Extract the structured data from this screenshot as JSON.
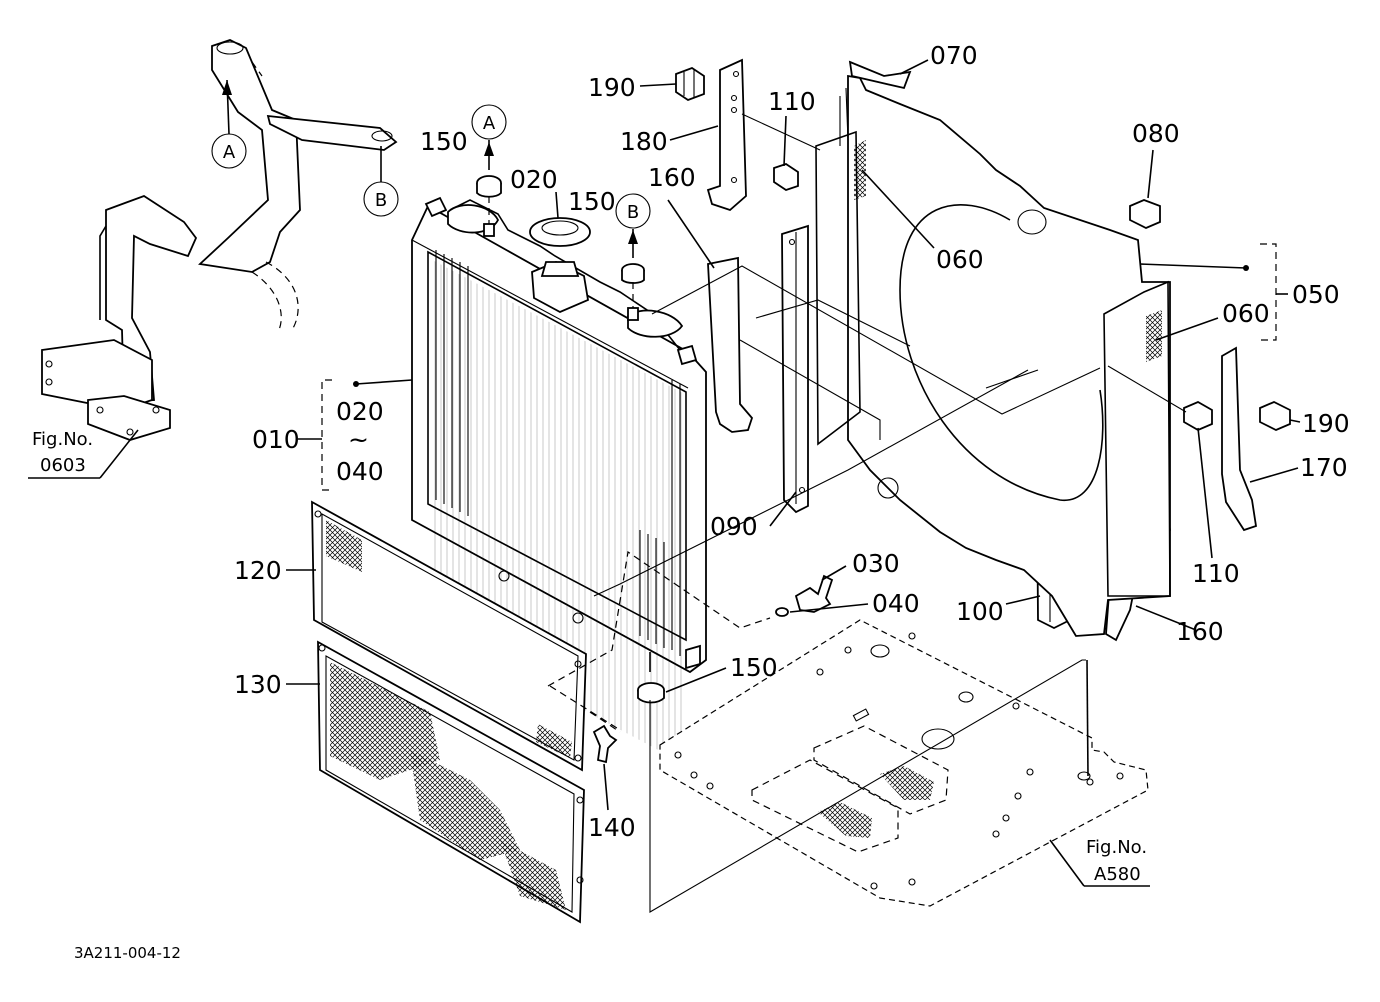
{
  "drawing_code": "3A211-004-12",
  "callouts": {
    "p010": "010",
    "p020_top": "020",
    "p020_range": "020",
    "range_sep": "~",
    "p040_range": "040",
    "p030": "030",
    "p040": "040",
    "p050": "050",
    "p060_upper": "060",
    "p060_right": "060",
    "p070": "070",
    "p080": "080",
    "p090": "090",
    "p100": "100",
    "p110_top": "110",
    "p110_right": "110",
    "p120": "120",
    "p130": "130",
    "p140": "140",
    "p150_left": "150",
    "p150_mid": "150",
    "p150_bottom": "150",
    "p160_top": "160",
    "p160_bottom": "160",
    "p170": "170",
    "p180": "180",
    "p190_top": "190",
    "p190_right": "190"
  },
  "markers": {
    "a_left": "A",
    "b_left": "B",
    "a_top": "A",
    "b_top": "B"
  },
  "figure_refs": {
    "left": {
      "line1": "Fig.No.",
      "line2": "0603"
    },
    "right": {
      "line1": "Fig.No.",
      "line2": "A580"
    }
  }
}
